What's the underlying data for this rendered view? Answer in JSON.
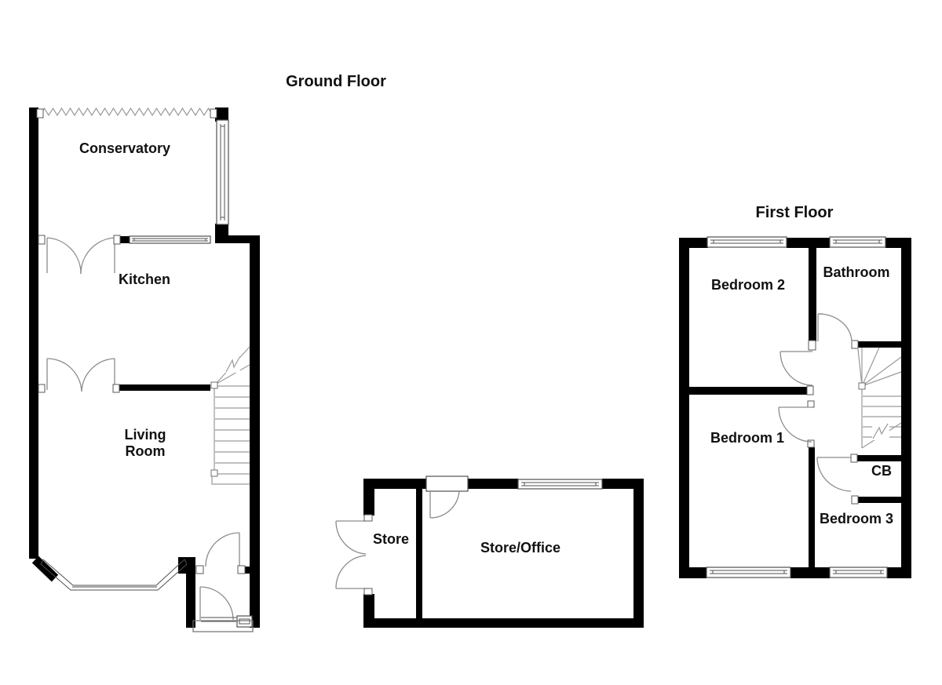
{
  "titles": {
    "ground": "Ground Floor",
    "first": "First Floor"
  },
  "ground_floor": {
    "conservatory": "Conservatory",
    "kitchen": "Kitchen",
    "living_line1": "Living",
    "living_line2": "Room"
  },
  "outbuilding": {
    "store": "Store",
    "store_office": "Store/Office"
  },
  "first_floor": {
    "bedroom2": "Bedroom 2",
    "bathroom": "Bathroom",
    "bedroom1": "Bedroom 1",
    "cb": "CB",
    "bedroom3": "Bedroom 3"
  },
  "colors": {
    "wall": "#000000",
    "door_line": "#8c8c8c",
    "window_line": "#4f4f4f",
    "background": "#ffffff",
    "label": "#111111"
  }
}
